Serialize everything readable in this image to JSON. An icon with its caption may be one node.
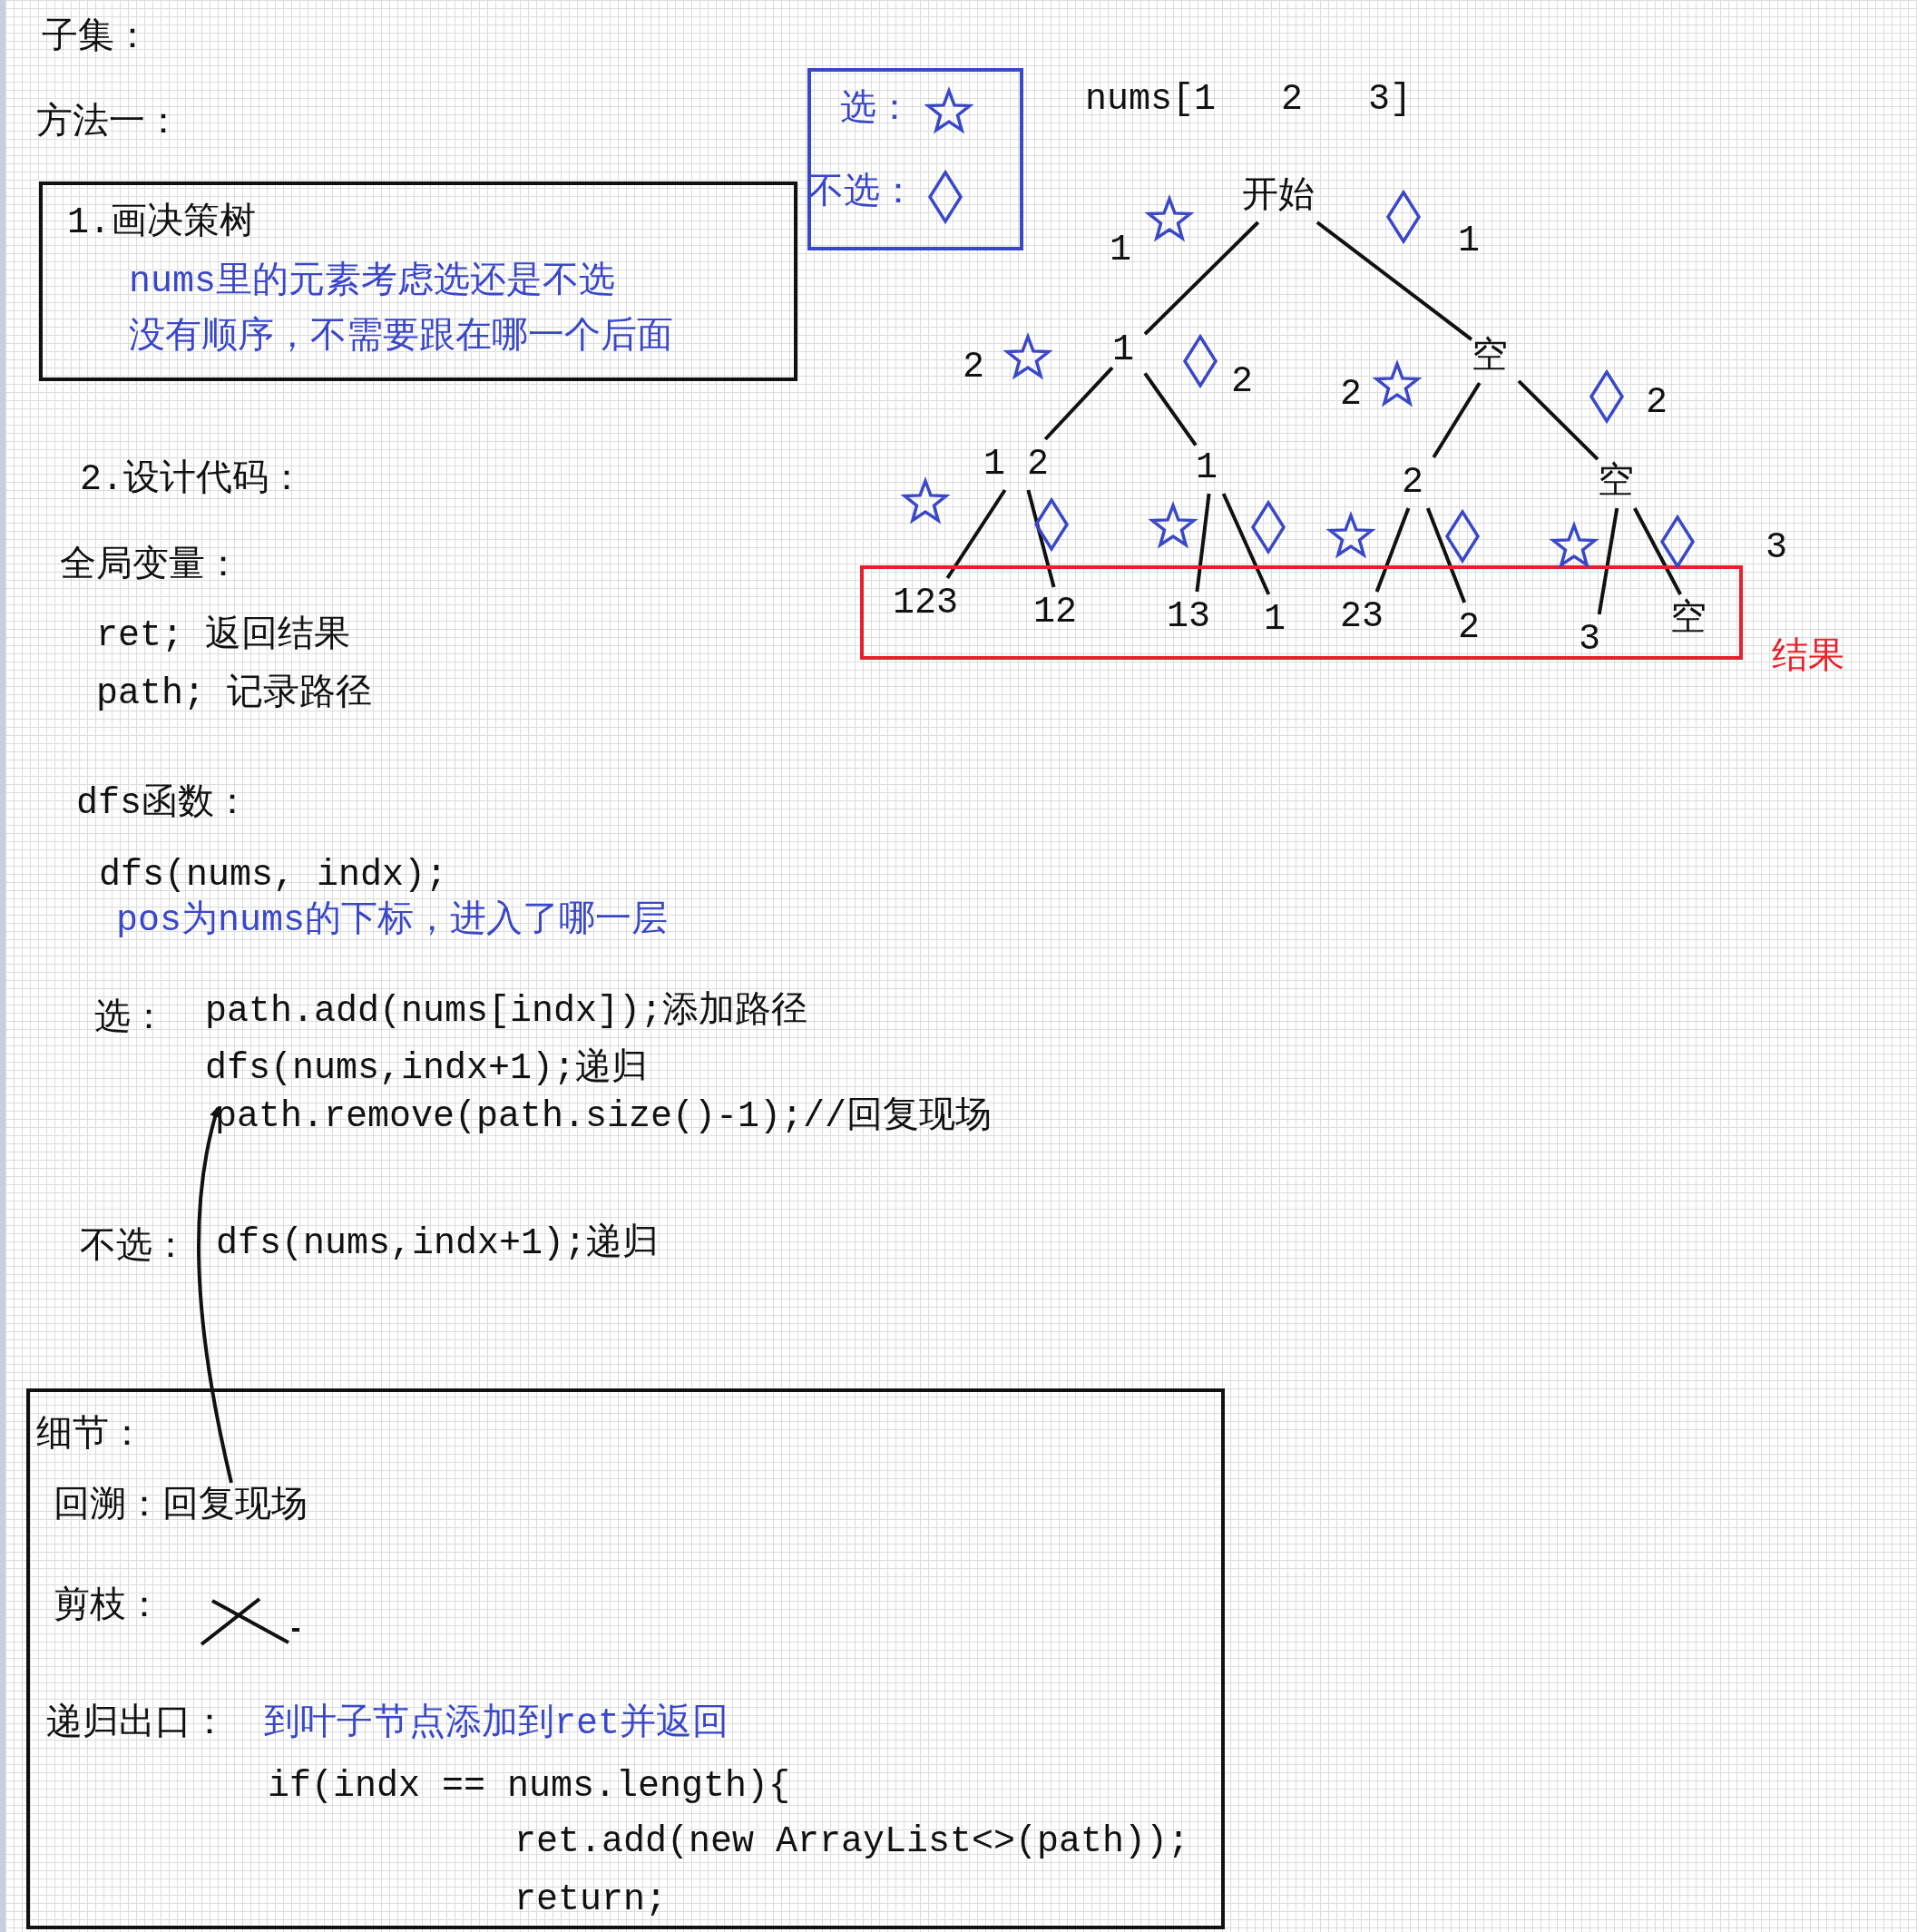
{
  "diagram": {
    "title": "子集：",
    "nodes": [
      {
        "text": [
          "1.画决策树",
          "nums里的元素考虑选还是不选",
          "没有顺序，不需要跟在哪一个后面"
        ]
      },
      {
        "text": [
          "开始"
        ]
      },
      {
        "text": [
          "1"
        ]
      },
      {
        "text": [
          "空"
        ]
      },
      {
        "text": [
          "1 2"
        ]
      },
      {
        "text": [
          "1"
        ]
      },
      {
        "text": [
          "2"
        ]
      },
      {
        "text": [
          "空"
        ]
      },
      {
        "text": [],
        "shape": "box",
        "beside": [
          "结果"
        ]
      },
      {
        "text": [
          "123"
        ],
        "in": 8
      },
      {
        "text": [
          "12"
        ],
        "in": 8
      },
      {
        "text": [
          "13"
        ],
        "in": 8
      },
      {
        "text": [
          "1"
        ],
        "in": 8
      },
      {
        "text": [
          "23"
        ],
        "in": 8
      },
      {
        "text": [
          "2"
        ],
        "in": 8
      },
      {
        "text": [
          "3"
        ],
        "in": 8
      },
      {
        "text": [
          "空"
        ],
        "in": 8
      },
      {
        "text": [
          "path.remove(path.size()-1);//回复现场"
        ]
      },
      {
        "text": [
          "细节：",
          "剪枝：",
          "递归出口：",
          "到叶子节点添加到ret并返回",
          "if(indx == nums.length){",
          "ret.add(new ArrayList<>(path));",
          "return;"
        ]
      },
      {
        "text": [
          "回溯：回复现场"
        ],
        "in": 18
      }
    ],
    "edges": [
      {
        "from": 1,
        "to": 2,
        "arrow": "none",
        "label": "1"
      },
      {
        "from": 1,
        "to": 3,
        "arrow": "none",
        "label": "1"
      },
      {
        "from": 2,
        "to": 4,
        "arrow": "none",
        "label": "2"
      },
      {
        "from": 2,
        "to": 5,
        "arrow": "none",
        "label": "2"
      },
      {
        "from": 3,
        "to": 6,
        "arrow": "none",
        "label": "2"
      },
      {
        "from": 3,
        "to": 7,
        "arrow": "none",
        "label": "2"
      },
      {
        "from": 4,
        "to": 9,
        "arrow": "none"
      },
      {
        "from": 4,
        "to": 10,
        "arrow": "none"
      },
      {
        "from": 5,
        "to": 11,
        "arrow": "none"
      },
      {
        "from": 5,
        "to": 12,
        "arrow": "none"
      },
      {
        "from": 6,
        "to": 13,
        "arrow": "none"
      },
      {
        "from": 6,
        "to": 14,
        "arrow": "none"
      },
      {
        "from": 7,
        "to": 15,
        "arrow": "none"
      },
      {
        "from": 7,
        "to": 16,
        "arrow": "none"
      },
      {
        "from": 19,
        "to": 17,
        "arrow": "to"
      }
    ],
    "labels": [
      "方法一：",
      "nums[1   2   3]",
      "3",
      "2.设计代码：",
      "全局变量：",
      "ret; 返回结果",
      "path; 记录路径",
      "dfs函数：",
      "dfs(nums, indx);",
      "pos为nums的下标，进入了哪一层",
      "选：",
      "path.add(nums[indx]);添加路径",
      "dfs(nums,indx+1);递归",
      "不选：",
      "dfs(nums,indx+1);递归"
    ],
    "legend": [
      {
        "text": "选："
      },
      {
        "text": "不选："
      }
    ]
  }
}
